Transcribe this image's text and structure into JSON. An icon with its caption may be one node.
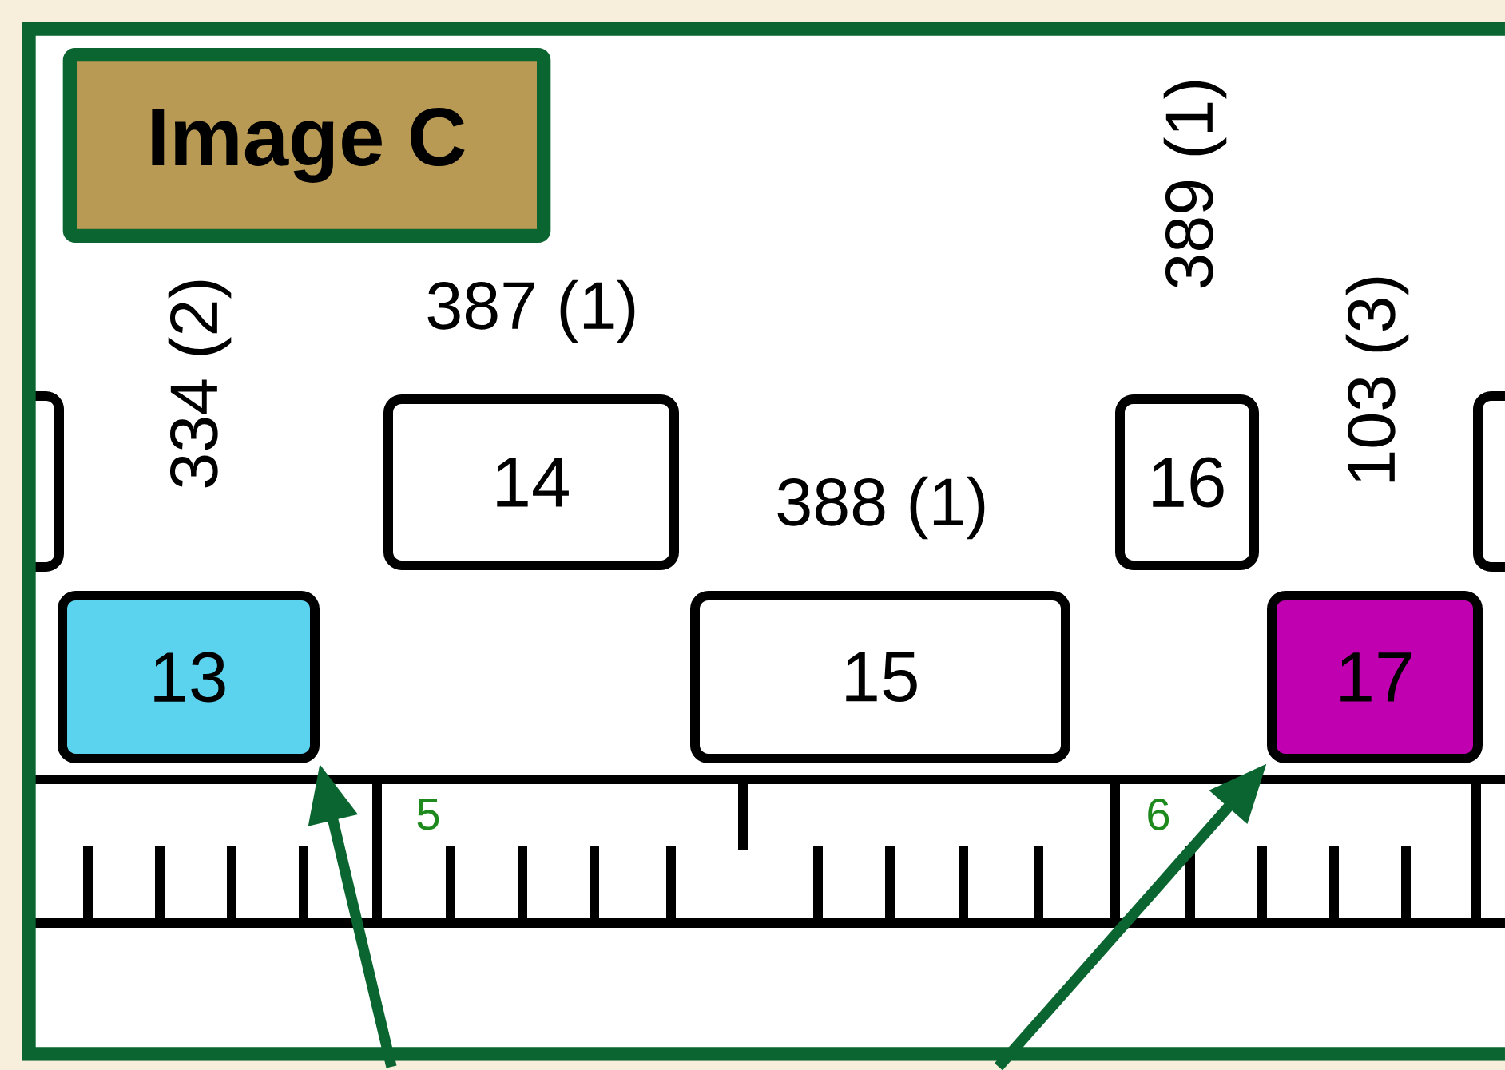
{
  "diagram": {
    "title": "Image C",
    "nodes": [
      {
        "text": [],
        "shape": "box"
      },
      {
        "text": [
          "13"
        ],
        "beside": [
          "334 (2)"
        ]
      },
      {
        "text": [
          "14"
        ],
        "beside": [
          "387 (1)"
        ]
      },
      {
        "text": [
          "15"
        ],
        "beside": [
          "388 (1)"
        ]
      },
      {
        "text": [
          "16"
        ],
        "beside": [
          "389 (1)"
        ]
      },
      {
        "text": [
          "17"
        ],
        "beside": [
          "103 (3)"
        ]
      },
      {
        "text": [],
        "shape": "box"
      }
    ],
    "edges": [
      {
        "from": null,
        "to": 1,
        "arrow": "to"
      },
      {
        "from": null,
        "to": 5,
        "arrow": "to"
      }
    ],
    "labels": [
      "5",
      "6"
    ]
  }
}
